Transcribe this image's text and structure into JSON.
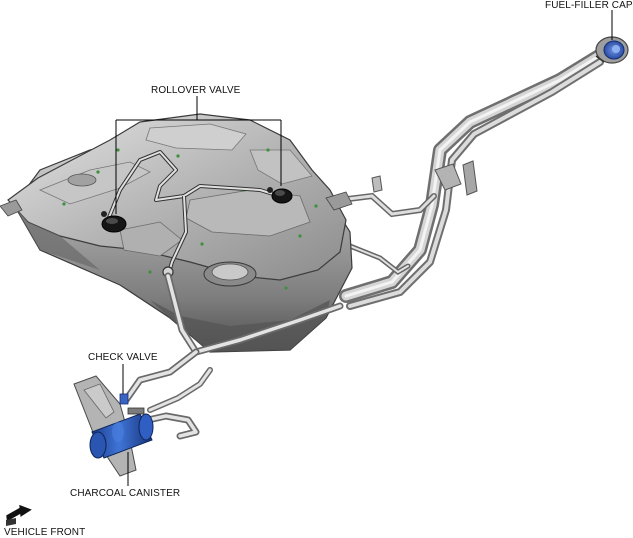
{
  "labels": {
    "fuel_filler_cap": "FUEL-FILLER CAP",
    "rollover_valve": "ROLLOVER VALVE",
    "check_valve": "CHECK VALVE",
    "charcoal_canister": "CHARCOAL CANISTER",
    "vehicle_front": "VEHICLE FRONT"
  },
  "colors": {
    "tank_metal": "#9a9a9a",
    "tank_dark": "#5e5e5e",
    "pipe": "#c9c9c9",
    "pipe_edge": "#6f6f6f",
    "canister_blue": "#2f5fc2",
    "valve_black": "#111111",
    "leader_line": "#000000"
  },
  "icons": {
    "vehicle_front_arrow": "arrow-icon"
  }
}
